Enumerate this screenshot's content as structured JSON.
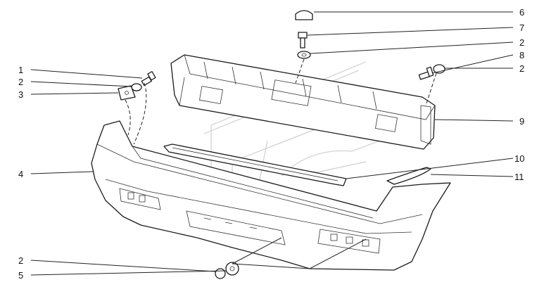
{
  "callouts": [
    {
      "id": "c1",
      "label": "1"
    },
    {
      "id": "c2a",
      "label": "2"
    },
    {
      "id": "c3",
      "label": "3"
    },
    {
      "id": "c4",
      "label": "4"
    },
    {
      "id": "c2b",
      "label": "2"
    },
    {
      "id": "c5",
      "label": "5"
    },
    {
      "id": "c6",
      "label": "6"
    },
    {
      "id": "c7",
      "label": "7"
    },
    {
      "id": "c2c",
      "label": "2"
    },
    {
      "id": "c8",
      "label": "8"
    },
    {
      "id": "c2d",
      "label": "2"
    },
    {
      "id": "c9",
      "label": "9"
    },
    {
      "id": "c10",
      "label": "10"
    },
    {
      "id": "c11",
      "label": "11"
    }
  ],
  "colors": {
    "line": "#1a1a1a",
    "watermark": "#cfcfcf",
    "background": "#ffffff"
  }
}
